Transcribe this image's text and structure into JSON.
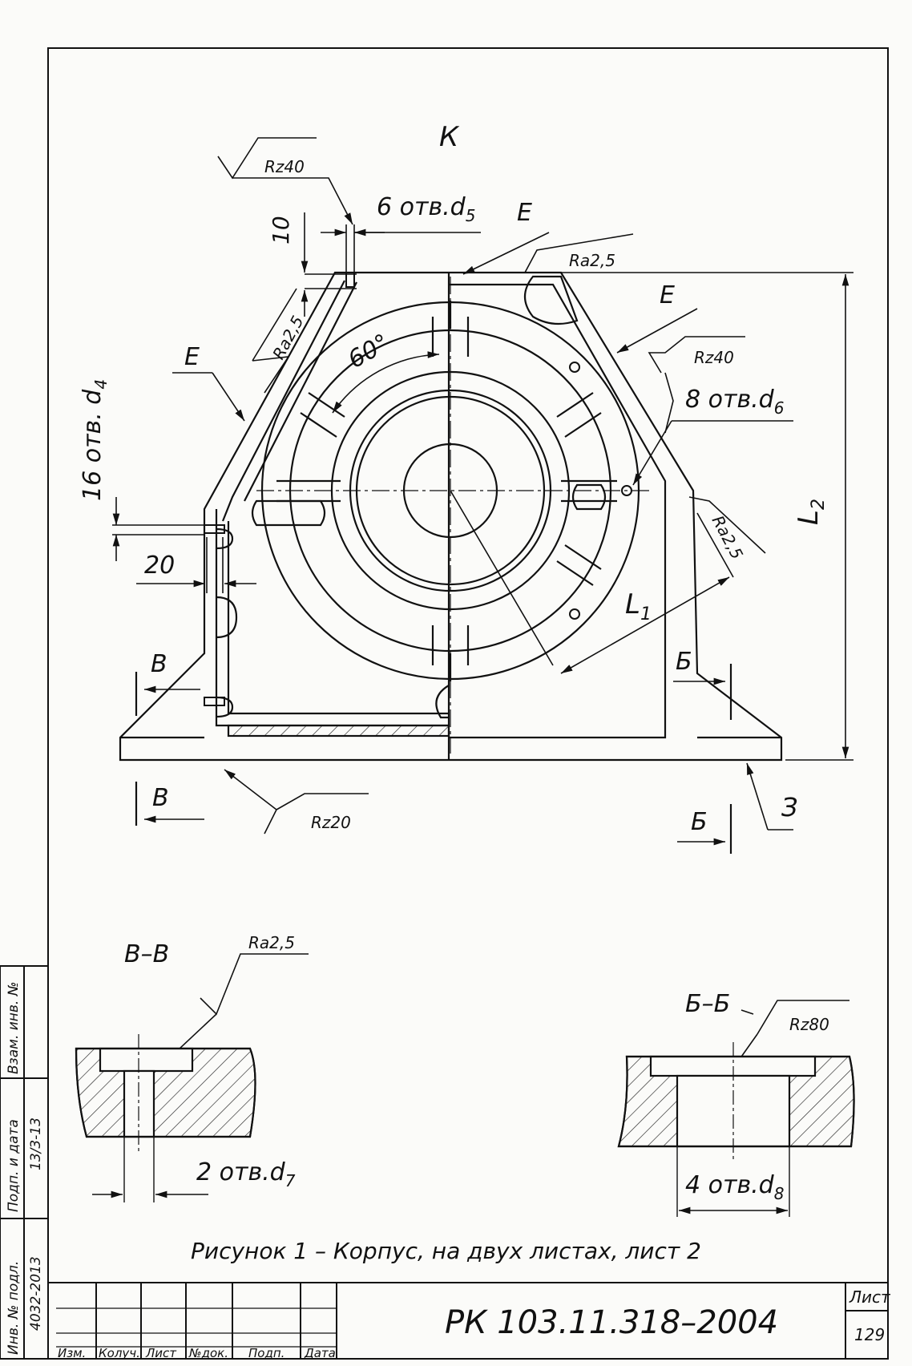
{
  "views": {
    "main_label": "К",
    "section_vv": "В–В",
    "section_bb": "Б–Б"
  },
  "labels": {
    "e1": "Е",
    "e2": "Е",
    "e3": "Е",
    "cut_v_top": "В",
    "cut_v_bottom": "В",
    "cut_b_top": "Б",
    "cut_b_bottom": "Б",
    "base_mark": "З",
    "angle": "60°",
    "l1": "L",
    "l1_sub": "1",
    "l2": "L",
    "l2_sub": "2"
  },
  "dimensions": {
    "d5_holes": "6 отв.d",
    "d5_sub": "5",
    "d4_holes": "16 отв. d",
    "d4_sub": "4",
    "d6_holes": "8 отв.d",
    "d6_sub": "6",
    "d7_holes": "2 отв.d",
    "d7_sub": "7",
    "d8_holes": "4 отв.d",
    "d8_sub": "8",
    "dim_10": "10",
    "dim_20": "20"
  },
  "roughness": {
    "rz40_top": "Rz40",
    "ra25_top": "Ra2,5",
    "ra25_left": "Ra2,5",
    "rz40_right": "Rz40",
    "ra25_right": "Ra2,5",
    "rz20": "Rz20",
    "ra25_section": "Ra2,5",
    "rz80": "Rz80"
  },
  "caption": "Рисунок 1 – Корпус,   на двух листах, лист 2",
  "title_block": {
    "doc_code": "РК 103.11.318–2004",
    "sheet_label": "Лист",
    "sheet_number": "129",
    "columns": [
      "Изм.",
      "Колуч.",
      "Лист",
      "№док.",
      "Подп.",
      "Дата"
    ]
  },
  "side_stamps": {
    "inv_sub": "Взам. инв. №",
    "sign_date": "Подп. и дата",
    "sign_date_value": "13/3-13",
    "inv_orig": "Инв. № подл.",
    "inv_orig_value": "4032-2013"
  }
}
